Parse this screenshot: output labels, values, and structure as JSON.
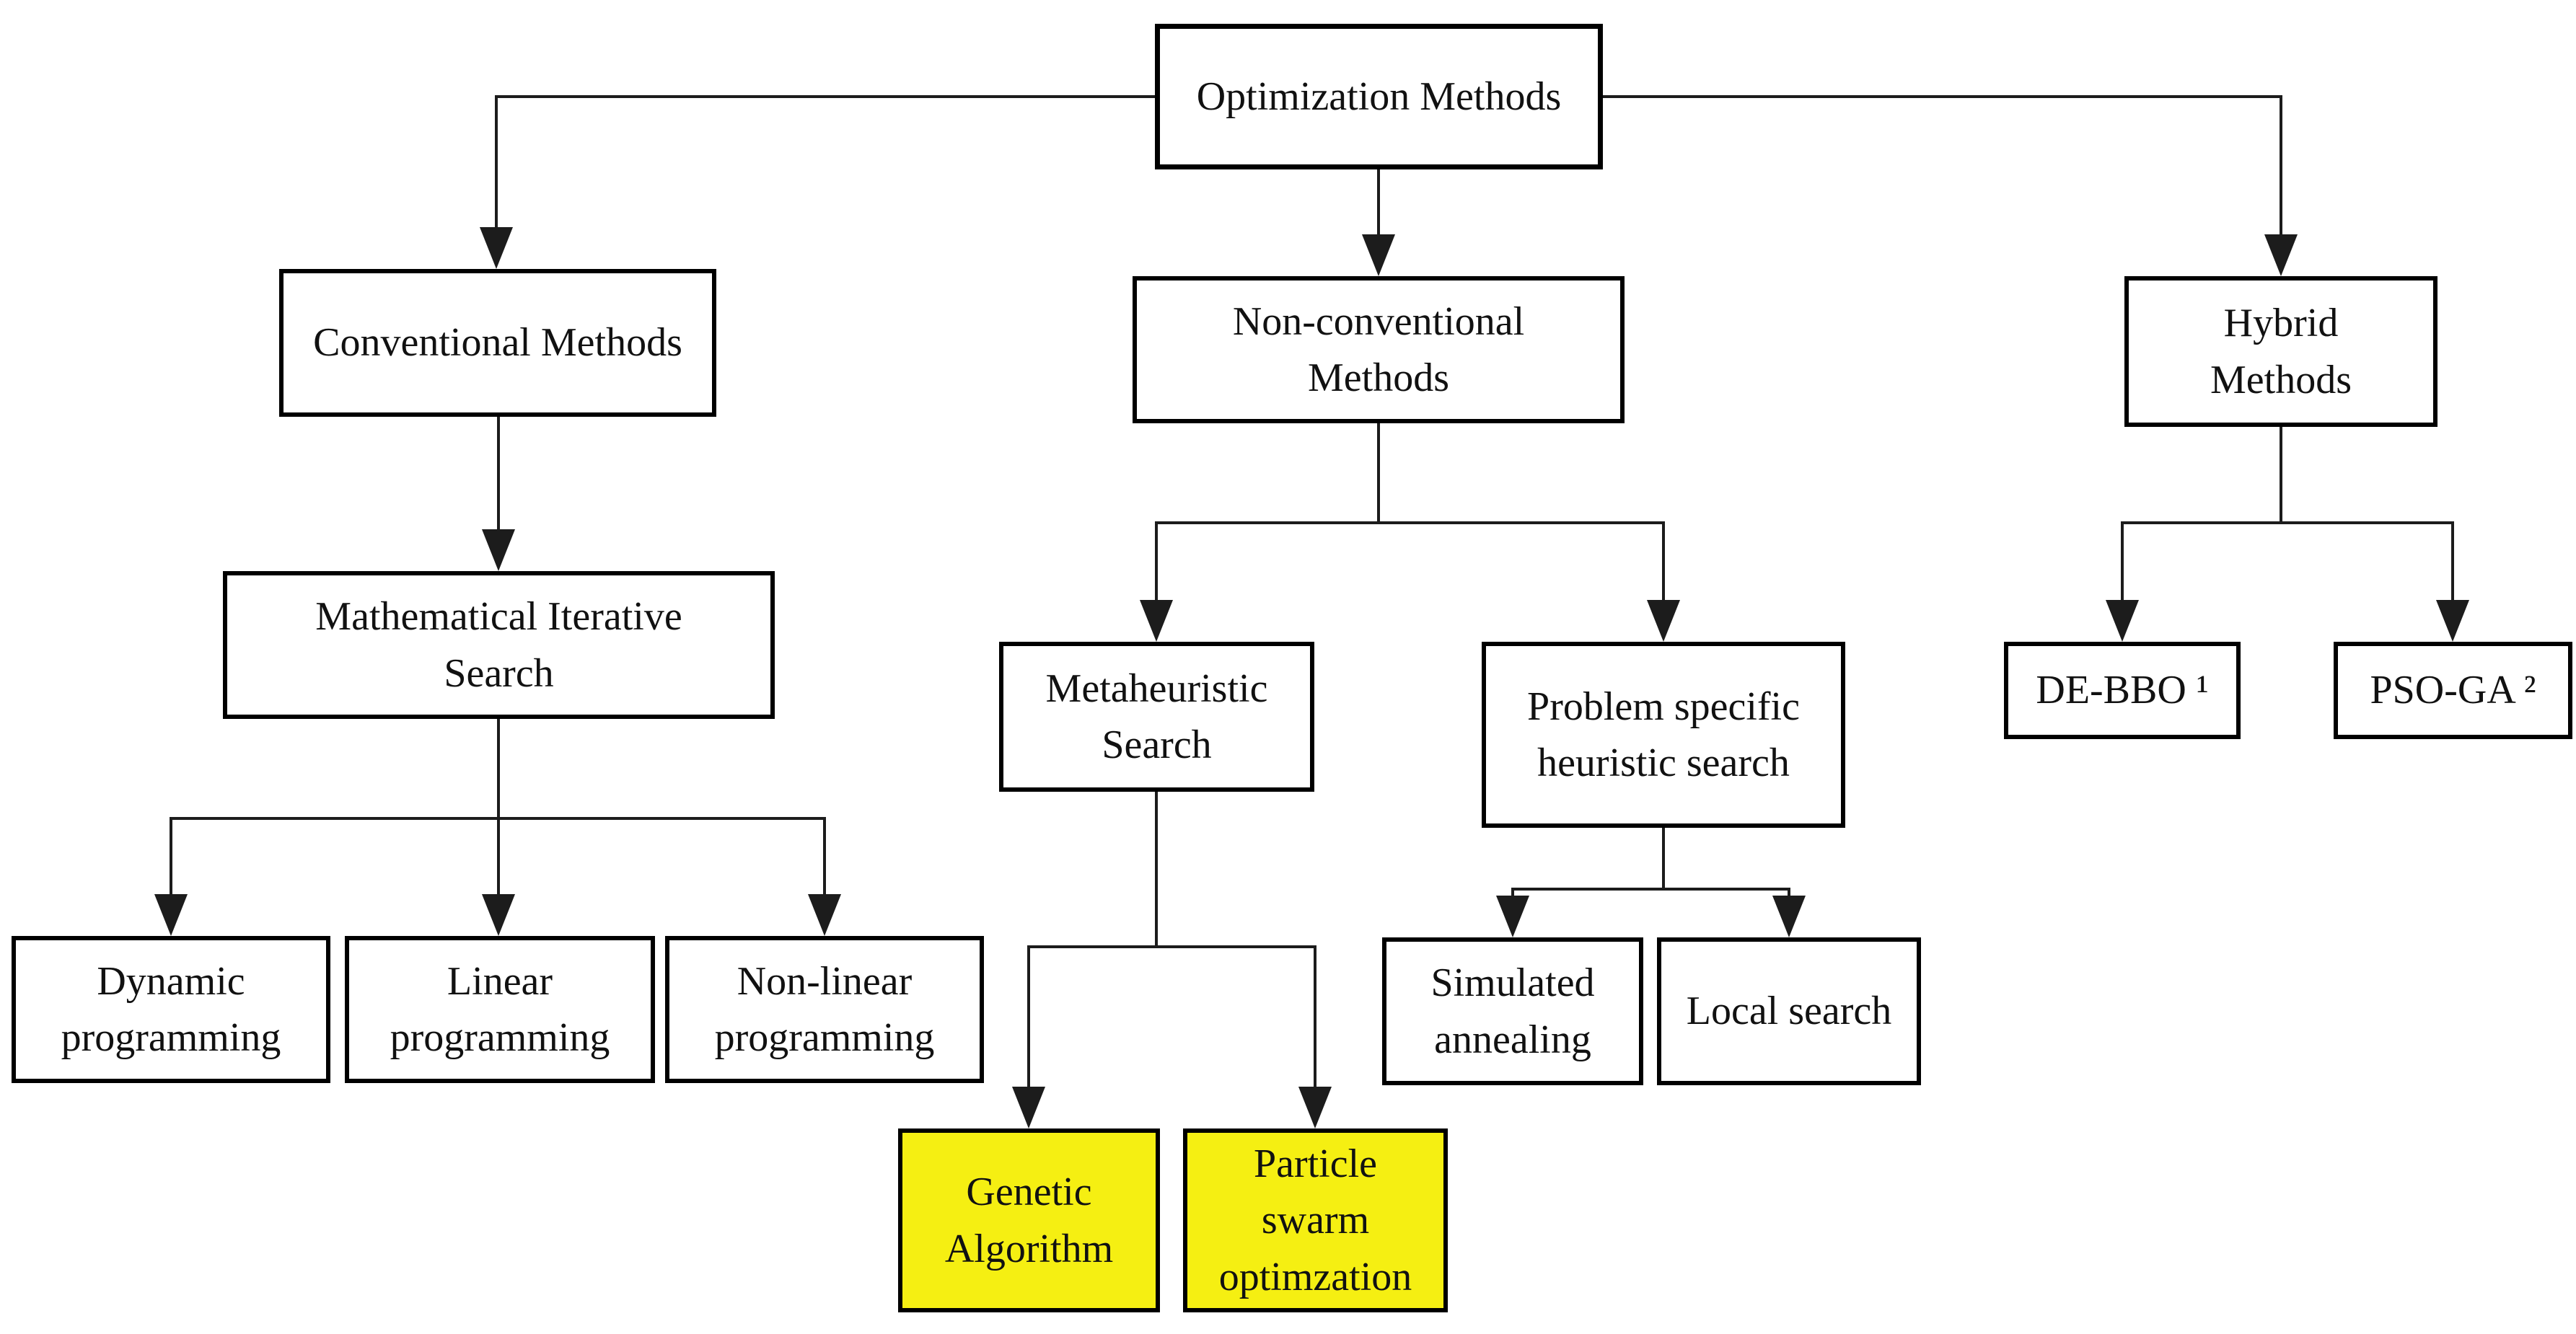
{
  "figure": {
    "type": "flowchart",
    "title": "Optimization Methods"
  },
  "colors": {
    "background": "#ffffff",
    "border": "#000000",
    "line": "#1c1c1c",
    "text": "#111111",
    "highlight": "#f5ef12"
  },
  "nodes": {
    "root": {
      "label": "Optimization Methods",
      "highlighted": false
    },
    "conventional": {
      "label": "Conventional Methods",
      "highlighted": false
    },
    "nonconventional": {
      "label": "Non-conventional\nMethods",
      "highlighted": false
    },
    "hybrid": {
      "label": "Hybrid\nMethods",
      "highlighted": false
    },
    "mathematical": {
      "label": "Mathematical Iterative\nSearch",
      "highlighted": false
    },
    "metaheuristic": {
      "label": "Metaheuristic\nSearch",
      "highlighted": false
    },
    "problem_specific": {
      "label": "Problem specific\nheuristic search",
      "highlighted": false
    },
    "de_bbo": {
      "label": "DE-BBO ¹",
      "highlighted": false
    },
    "pso_ga": {
      "label": "PSO-GA ²",
      "highlighted": false
    },
    "dynamic": {
      "label": "Dynamic\nprogramming",
      "highlighted": false
    },
    "linear": {
      "label": "Linear\nprogramming",
      "highlighted": false
    },
    "nonlinear": {
      "label": "Non-linear\nprogramming",
      "highlighted": false
    },
    "simulated_annealing": {
      "label": "Simulated\nannealing",
      "highlighted": false
    },
    "local_search": {
      "label": "Local search",
      "highlighted": false
    },
    "genetic": {
      "label": "Genetic\nAlgorithm",
      "highlighted": true
    },
    "particle_swarm": {
      "label": "Particle\nswarm\noptimzation",
      "highlighted": true
    }
  }
}
